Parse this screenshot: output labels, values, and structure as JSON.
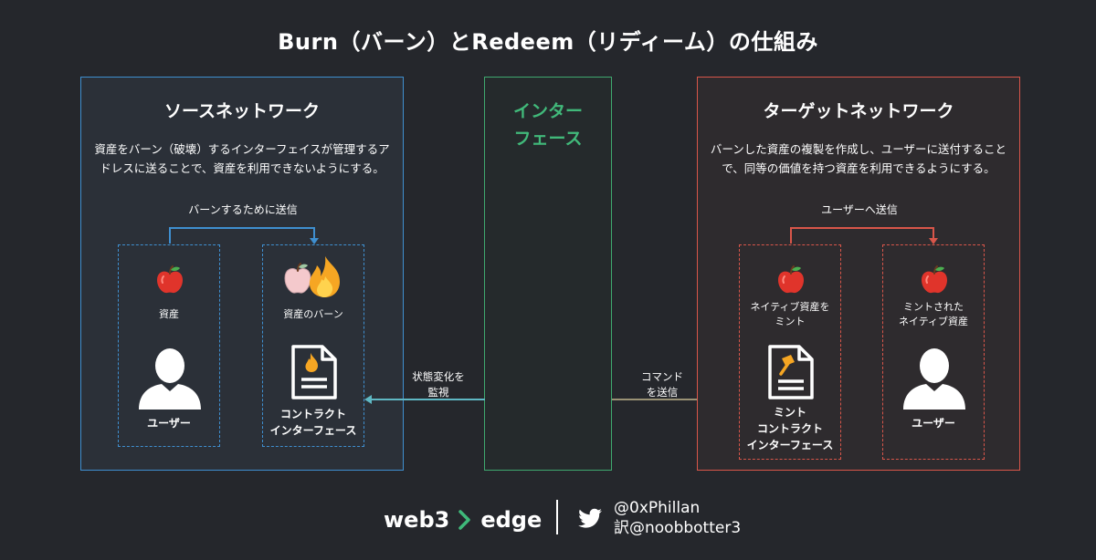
{
  "title": "Burn（バーン）とRedeem（リディーム）の仕組み",
  "source": {
    "heading": "ソースネットワーク",
    "description_line1": "資産をバーン（破壊）するインターフェイスが管理するア",
    "description_line2": "ドレスに送ることで、資産を利用できないようにする。",
    "send_label": "バーンするために送信",
    "asset_label": "資産",
    "user_label": "ユーザー",
    "burn_label": "資産のバーン",
    "contract_line1": "コントラクト",
    "contract_line2": "インターフェース"
  },
  "interface": {
    "heading_line1": "インター",
    "heading_line2": "フェース",
    "monitor_line1": "状態変化を",
    "monitor_line2": "監視",
    "command_line1": "コマンド",
    "command_line2": "を送信"
  },
  "target": {
    "heading": "ターゲットネットワーク",
    "description_line1": "バーンした資産の複製を作成し、ユーザーに送付すること",
    "description_line2": "で、同等の価値を持つ資産を利用できるようにする。",
    "send_label": "ユーザーへ送信",
    "mint_asset_line1": "ネイティブ資産を",
    "mint_asset_line2": "ミント",
    "minted_line1": "ミントされた",
    "minted_line2": "ネイティブ資産",
    "contract_line1": "ミント",
    "contract_line2": "コントラクト",
    "contract_line3": "インターフェース",
    "user_label": "ユーザー"
  },
  "footer": {
    "brand_left": "web3",
    "brand_right": "edge",
    "handle": "@0xPhillan",
    "translator": "訳@noobbotter3"
  },
  "colors": {
    "source": "#3f8fd0",
    "interface": "#3fa86f",
    "target": "#d9564a",
    "command_arrow": "#9a9275",
    "monitor_arrow": "#5fb8c4",
    "apple": "#e0342b"
  }
}
